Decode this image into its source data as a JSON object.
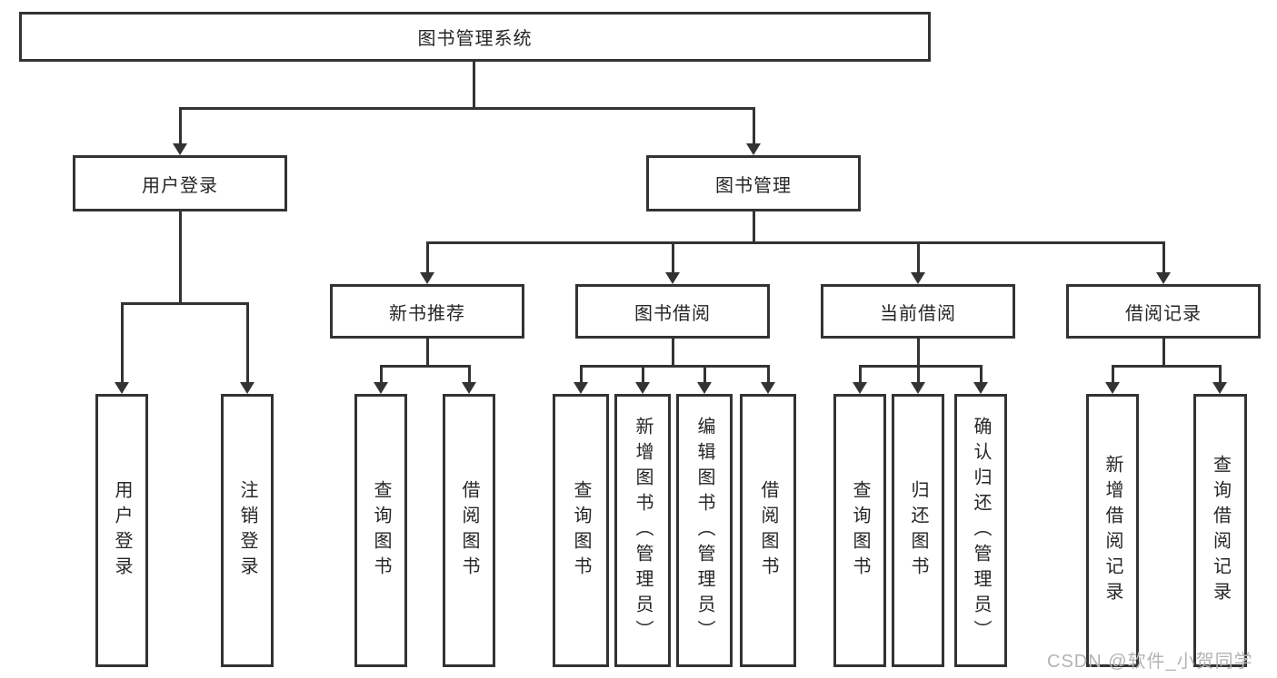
{
  "diagram": {
    "tree": {
      "label": "图书管理系统",
      "children": [
        {
          "label": "用户登录",
          "children": [
            {
              "label": "用户登录"
            },
            {
              "label": "注销登录"
            }
          ]
        },
        {
          "label": "图书管理",
          "children": [
            {
              "label": "新书推荐",
              "children": [
                {
                  "label": "查询图书"
                },
                {
                  "label": "借阅图书"
                }
              ]
            },
            {
              "label": "图书借阅",
              "children": [
                {
                  "label": "查询图书"
                },
                {
                  "label": "新增图书（管理员）"
                },
                {
                  "label": "编辑图书（管理员）"
                },
                {
                  "label": "借阅图书"
                }
              ]
            },
            {
              "label": "当前借阅",
              "children": [
                {
                  "label": "查询图书"
                },
                {
                  "label": "归还图书"
                },
                {
                  "label": "确认归还（管理员）"
                }
              ]
            },
            {
              "label": "借阅记录",
              "children": [
                {
                  "label": "新增借阅记录"
                },
                {
                  "label": "查询借阅记录"
                }
              ]
            }
          ]
        }
      ]
    },
    "watermark": "CSDN @软件_小贺同学",
    "colors": {
      "line": "#333333",
      "text": "#262626",
      "watermark": "#b3b3b3",
      "background": "#ffffff"
    }
  }
}
